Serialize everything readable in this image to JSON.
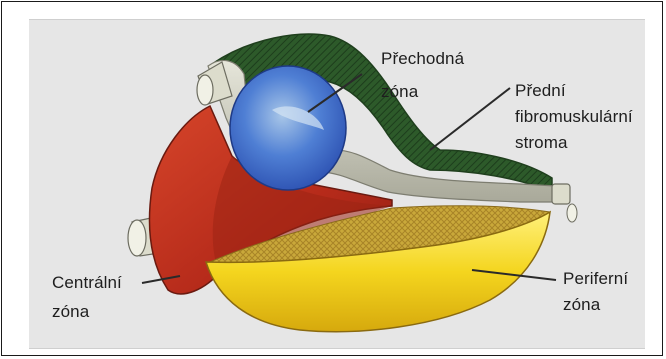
{
  "diagram": {
    "labels": {
      "transition_zone": [
        "Přechodná",
        "zóna"
      ],
      "anterior_stroma": [
        "Přední",
        "fibromuskulární",
        "stroma"
      ],
      "central_zone": [
        "Centrální",
        "zóna"
      ],
      "peripheral_zone": [
        "Periferní",
        "zóna"
      ]
    },
    "colors": {
      "stroma": "#2f5a2c",
      "transition": "#3f6fd0",
      "central": "#c7321f",
      "peripheral": "#f2d320",
      "urethra": "#c9c9b8",
      "background": "#e6e6e6"
    }
  }
}
